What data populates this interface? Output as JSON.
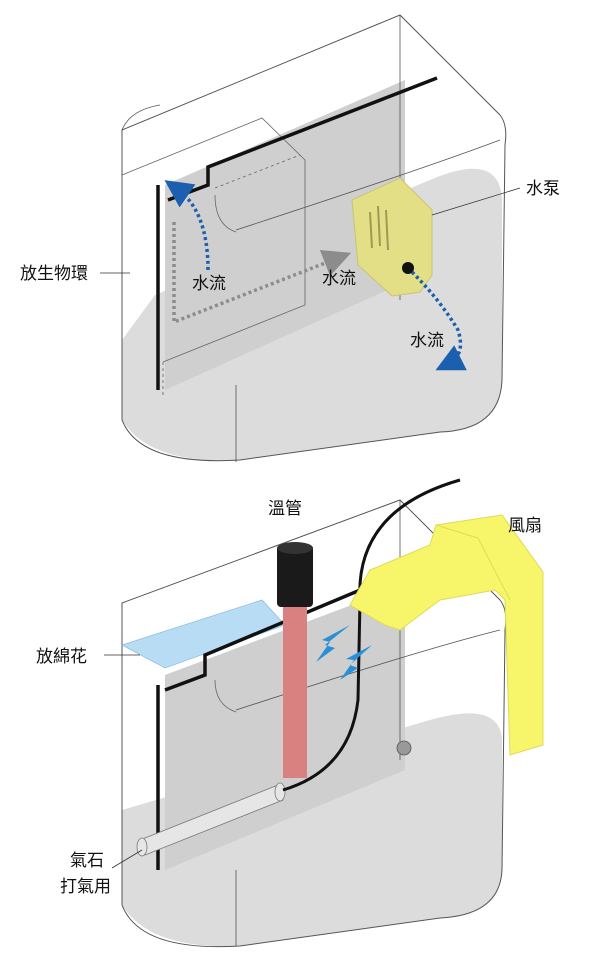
{
  "top_diagram": {
    "labels": {
      "pump": "水泵",
      "bio_ring": "放生物環",
      "flow_left": "水流",
      "flow_middle": "水流",
      "flow_out": "水流"
    }
  },
  "bottom_diagram": {
    "labels": {
      "heater": "溫管",
      "fan": "風扇",
      "cotton": "放綿花",
      "airstone_line1": "氣石",
      "airstone_line2": "打氣用"
    }
  },
  "colors": {
    "box_fill": "#dcdcdc",
    "pump": "#e3df86",
    "flow_blue": "#1b5fae",
    "flow_gray": "#8c8c8c",
    "heater_tube": "#d98080",
    "heater_cap": "#1a1a1a",
    "fan": "#f7f56a",
    "cotton": "#b7dcf4",
    "air_arrow": "#2a8fd6"
  }
}
